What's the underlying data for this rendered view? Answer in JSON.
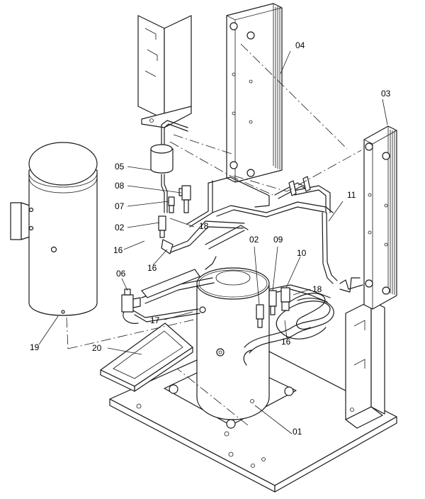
{
  "parts": [
    {
      "id": "p01",
      "label": "01"
    },
    {
      "id": "p02a",
      "label": "02"
    },
    {
      "id": "p02b",
      "label": "02"
    },
    {
      "id": "p03",
      "label": "03"
    },
    {
      "id": "p04",
      "label": "04"
    },
    {
      "id": "p05",
      "label": "05"
    },
    {
      "id": "p06",
      "label": "06"
    },
    {
      "id": "p07",
      "label": "07"
    },
    {
      "id": "p08",
      "label": "08"
    },
    {
      "id": "p09",
      "label": "09"
    },
    {
      "id": "p10",
      "label": "10"
    },
    {
      "id": "p11",
      "label": "11"
    },
    {
      "id": "p16a",
      "label": "16"
    },
    {
      "id": "p16b",
      "label": "16"
    },
    {
      "id": "p16c",
      "label": "16"
    },
    {
      "id": "p17",
      "label": "17"
    },
    {
      "id": "p18a",
      "label": "18"
    },
    {
      "id": "p18b",
      "label": "18"
    },
    {
      "id": "p19",
      "label": "19"
    },
    {
      "id": "p20",
      "label": "20"
    }
  ]
}
